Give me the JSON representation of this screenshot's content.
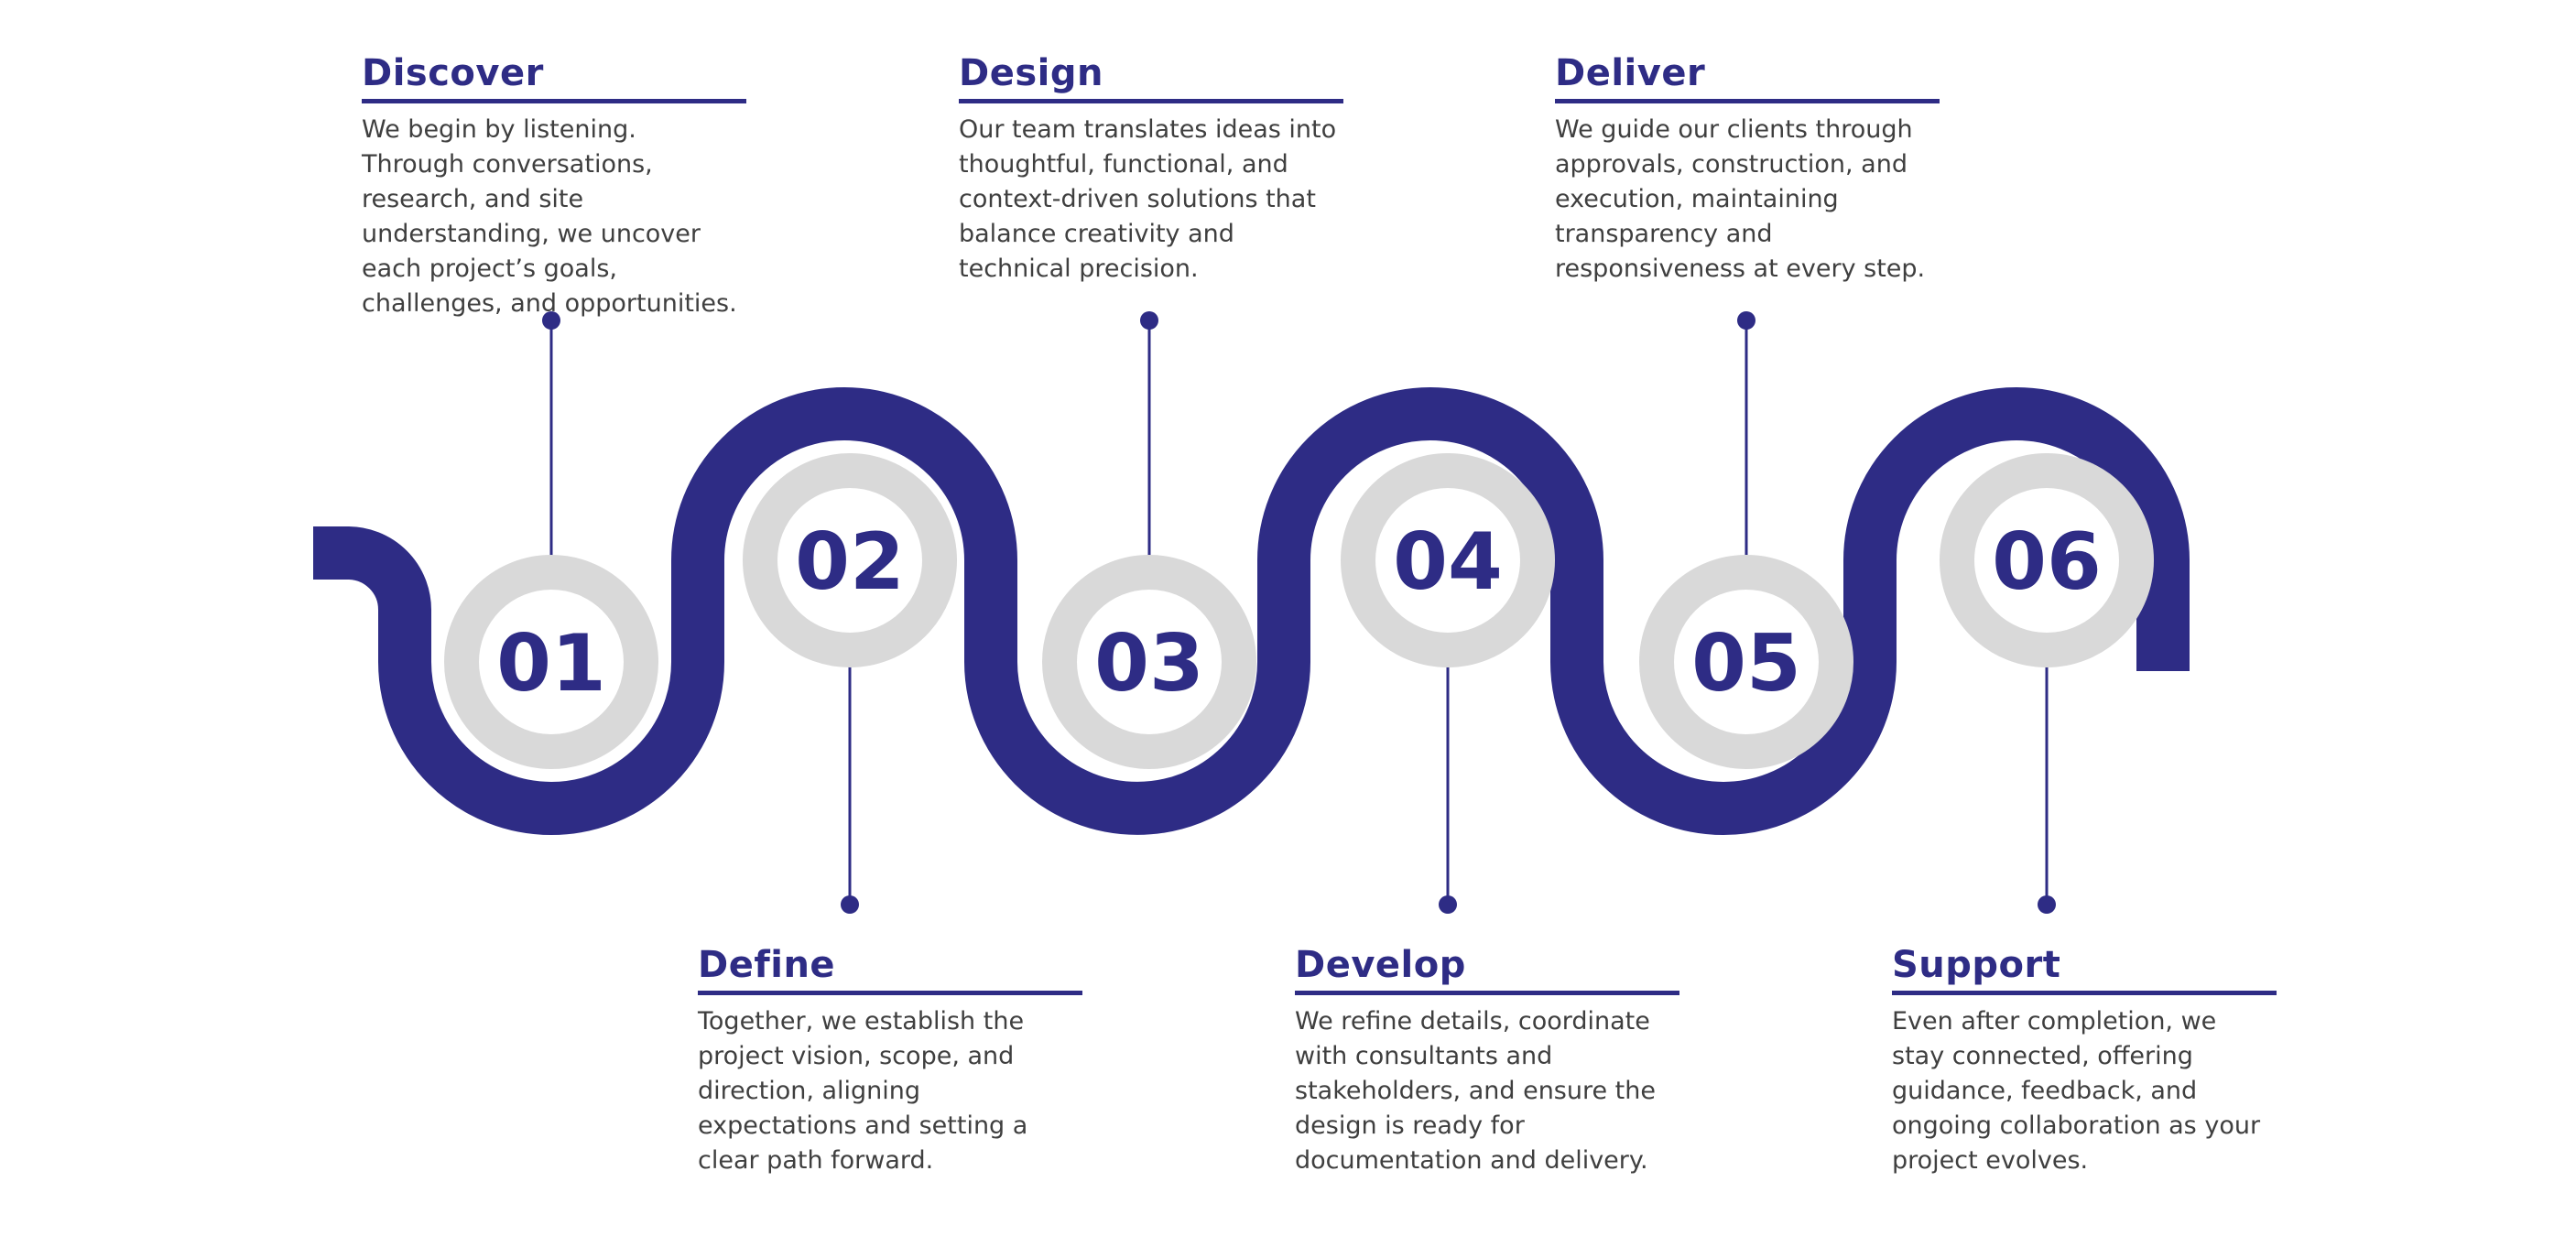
{
  "colors": {
    "accent": "#2e2c85",
    "ring": "#d9d9d9",
    "text": "#3f3f3f"
  },
  "steps": [
    {
      "number": "01",
      "title": "Discover",
      "description": "We begin by listening. Through conversations, research, and site understanding, we uncover each project’s goals, challenges, and opportunities."
    },
    {
      "number": "02",
      "title": "Define",
      "description": "Together, we establish the project vision, scope, and direction, aligning expectations and setting a clear path forward."
    },
    {
      "number": "03",
      "title": "Design",
      "description": "Our team translates ideas into thoughtful, functional, and context-driven solutions that balance creativity and technical precision."
    },
    {
      "number": "04",
      "title": "Develop",
      "description": "We refine details, coordinate with consultants and stakeholders, and ensure the design is ready for documentation and delivery."
    },
    {
      "number": "05",
      "title": "Deliver",
      "description": "We guide our clients through approvals, construction, and execution, maintaining transparency and responsiveness at every step."
    },
    {
      "number": "06",
      "title": "Support",
      "description": "Even after completion, we stay connected, offering guidance, feedback, and ongoing collaboration as your project evolves."
    }
  ]
}
